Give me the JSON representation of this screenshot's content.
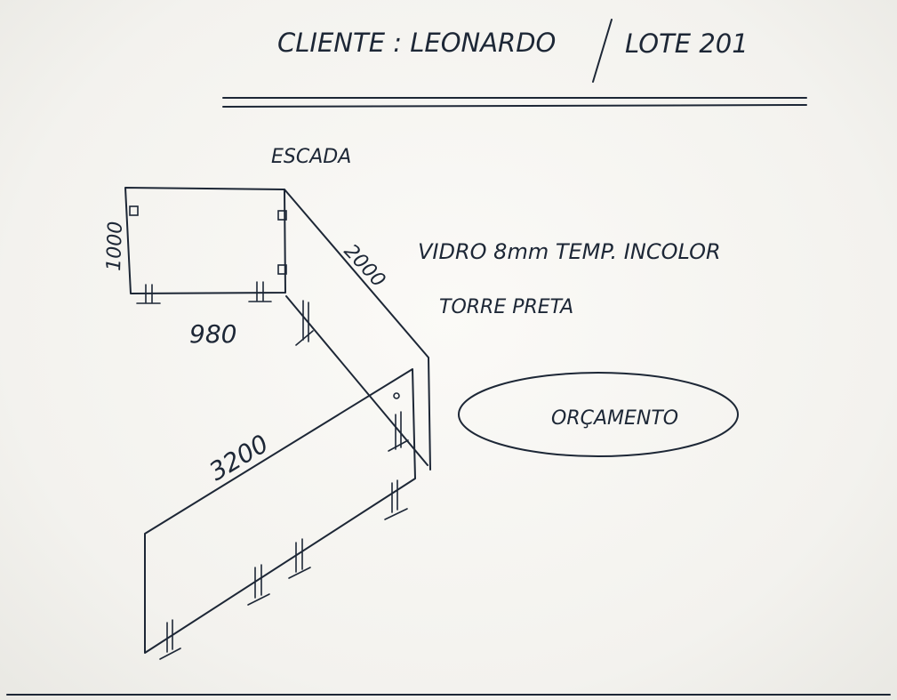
{
  "header": {
    "client": "CLIENTE : LEONARDO",
    "lot": "LOTE 201"
  },
  "labels": {
    "stair": "ESCADA",
    "dim_height": "1000",
    "dim_width": "980",
    "dim_diagonal": "2000",
    "dim_long": "3200"
  },
  "notes": {
    "glass": "VIDRO 8mm TEMP. INCOLOR",
    "hardware": "TORRE PRETA"
  },
  "stamp": {
    "label": "ORÇAMENTO"
  }
}
